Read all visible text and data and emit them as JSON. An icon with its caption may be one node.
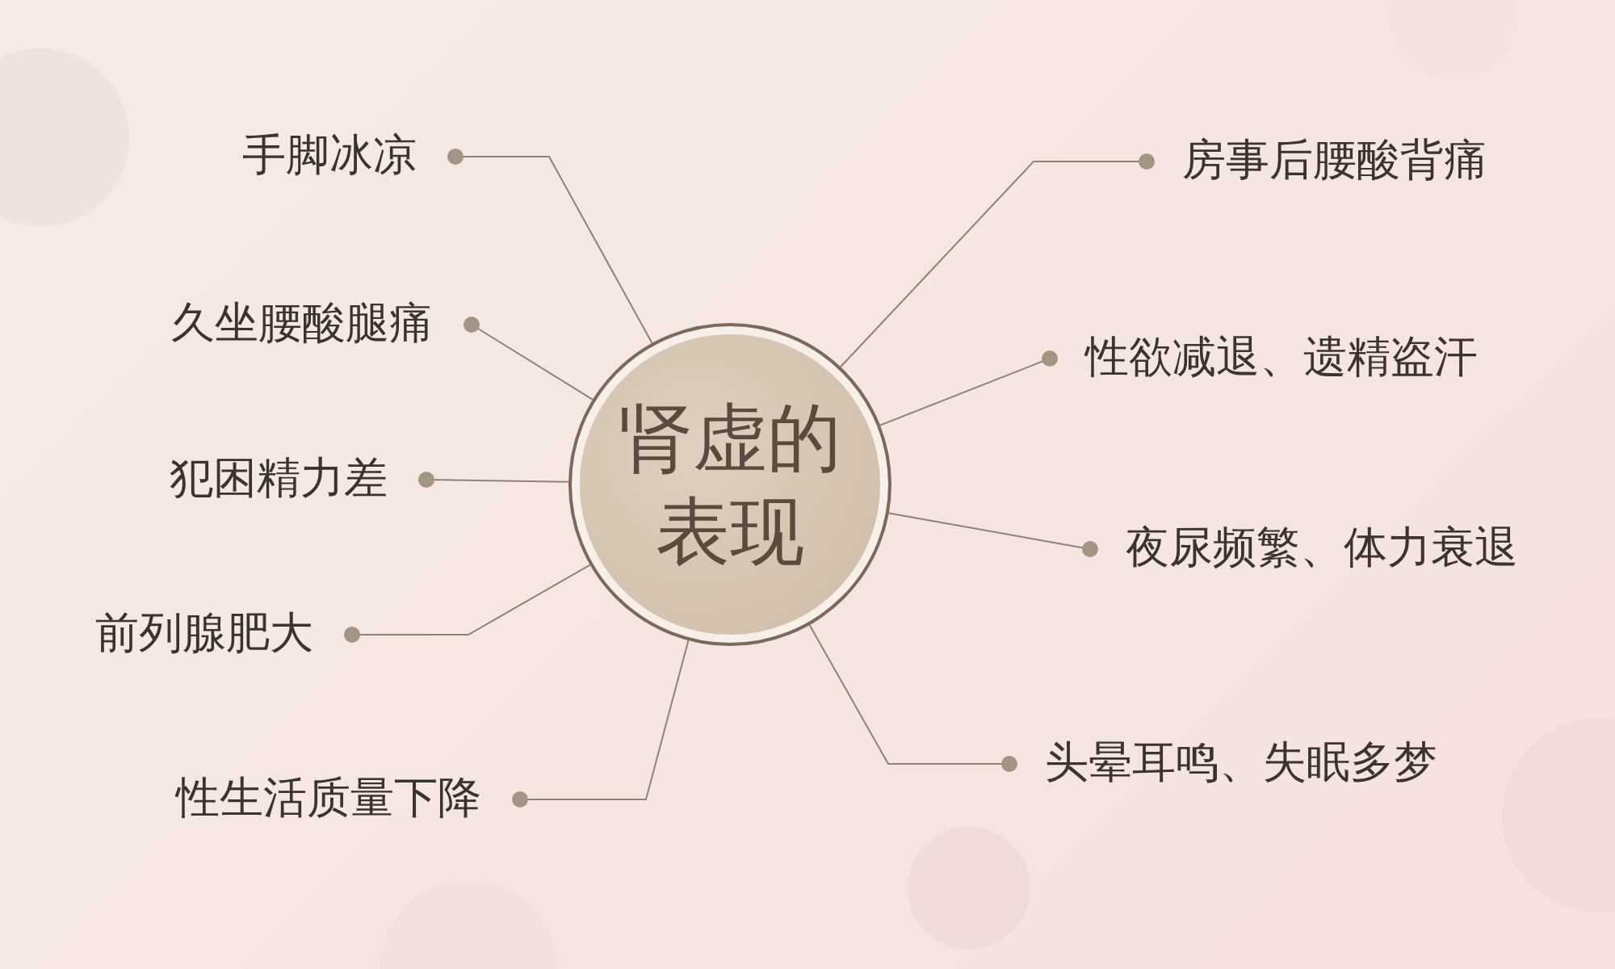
{
  "diagram": {
    "nodes": [
      {
        "text": [
          "肾虚的表现"
        ]
      },
      {
        "text": [
          "手脚冰凉"
        ]
      },
      {
        "text": [
          "房事后腰酸背痛"
        ]
      },
      {
        "text": [
          "久坐腰酸腿痛"
        ]
      },
      {
        "text": [
          "性欲减退、遗精盗汗"
        ]
      },
      {
        "text": [
          "犯困精力差"
        ]
      },
      {
        "text": [
          "夜尿频繁、体力衰退"
        ]
      },
      {
        "text": [
          "前列腺肥大"
        ]
      },
      {
        "text": [
          "头晕耳鸣、失眠多梦"
        ]
      },
      {
        "text": [
          "性生活质量下降"
        ]
      }
    ],
    "edges": [
      {
        "from": 1,
        "to": 0,
        "arrow": "other"
      },
      {
        "from": 2,
        "to": 0,
        "arrow": "other"
      },
      {
        "from": 3,
        "to": 0,
        "arrow": "other"
      },
      {
        "from": 4,
        "to": 0,
        "arrow": "other"
      },
      {
        "from": 5,
        "to": 0,
        "arrow": "other"
      },
      {
        "from": 6,
        "to": 0,
        "arrow": "other"
      },
      {
        "from": 7,
        "to": 0,
        "arrow": "other"
      },
      {
        "from": 8,
        "to": 0,
        "arrow": "other"
      },
      {
        "from": 9,
        "to": 0,
        "arrow": "other"
      }
    ]
  }
}
